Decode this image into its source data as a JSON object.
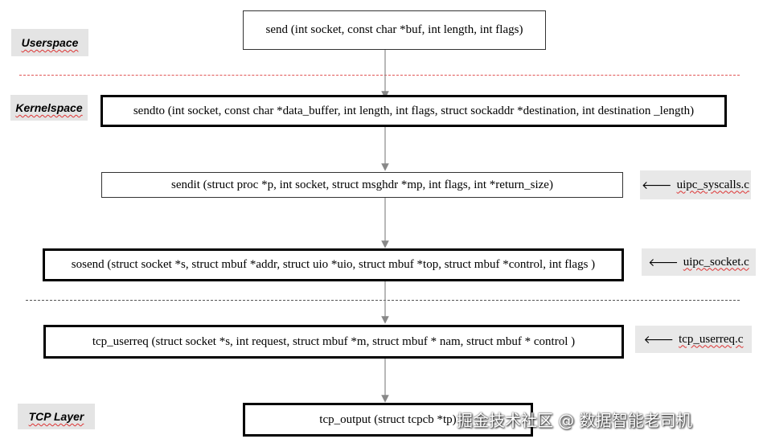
{
  "layers": {
    "userspace": "Userspace",
    "kernelspace": "Kernelspace",
    "tcp_layer": "TCP Layer"
  },
  "functions": {
    "send": "send (int socket, const char *buf,  int length, int flags)",
    "sendto": "sendto (int socket, const char *data_buffer,  int length, int flags, struct sockaddr *destination, int destination _length)",
    "sendit": "sendit (struct proc *p, int socket, struct msghdr *mp, int flags, int *return_size)",
    "sosend": "sosend (struct socket *s, struct mbuf *addr, struct uio *uio, struct mbuf  *top, struct mbuf *control, int flags )",
    "tcp_usrreq": "tcp_userreq (struct socket *s, int request,  struct mbuf *m, struct mbuf * nam, struct mbuf * control )",
    "tcp_output": "tcp_output (struct tcpcb *tp)"
  },
  "files": {
    "syscalls": "uipc_syscalls.c",
    "socket": "uipc_socket.c",
    "usrreq": "tcp_userreq.c",
    "arrow_glyph": "🡐"
  },
  "watermark": "掘金技术社区 @ 数据智能老司机"
}
